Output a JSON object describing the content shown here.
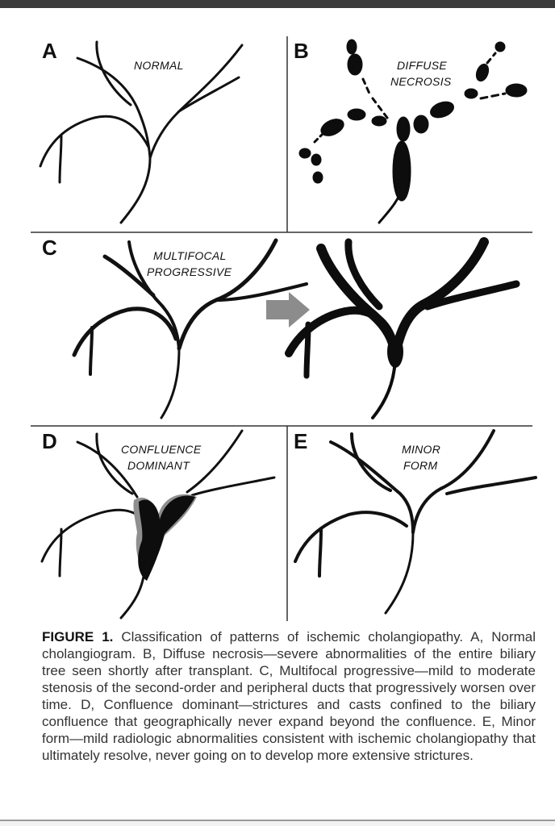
{
  "panels": {
    "a": {
      "letter": "A",
      "title": "NORMAL"
    },
    "b": {
      "letter": "B",
      "title_line1": "DIFFUSE",
      "title_line2": "NECROSIS"
    },
    "c": {
      "letter": "C",
      "title_line1": "MULTIFOCAL",
      "title_line2": "PROGRESSIVE"
    },
    "d": {
      "letter": "D",
      "title_line1": "CONFLUENCE",
      "title_line2": "DOMINANT"
    },
    "e": {
      "letter": "E",
      "title_line1": "MINOR",
      "title_line2": "FORM"
    }
  },
  "colors": {
    "duct": "#0d0d0d",
    "arrow": "#8c8c8c",
    "shade": "#8f8f8f",
    "frame": "#333333"
  },
  "caption": {
    "label": "FIGURE 1.",
    "text": "Classification of patterns of ischemic cholangiopathy. A, Normal cholangiogram. B, Diffuse necrosis—severe abnormalities of the entire biliary tree seen shortly after transplant. C, Multifocal progressive—mild to moderate stenosis of the second-order and peripheral ducts that progressively worsen over time. D, Confluence dominant—strictures and casts confined to the biliary confluence that geographically never expand beyond the confluence. E, Minor form—mild radiologic abnormalities consistent with ischemic cholangiopathy that ultimately resolve, never going on to develop more extensive strictures."
  }
}
